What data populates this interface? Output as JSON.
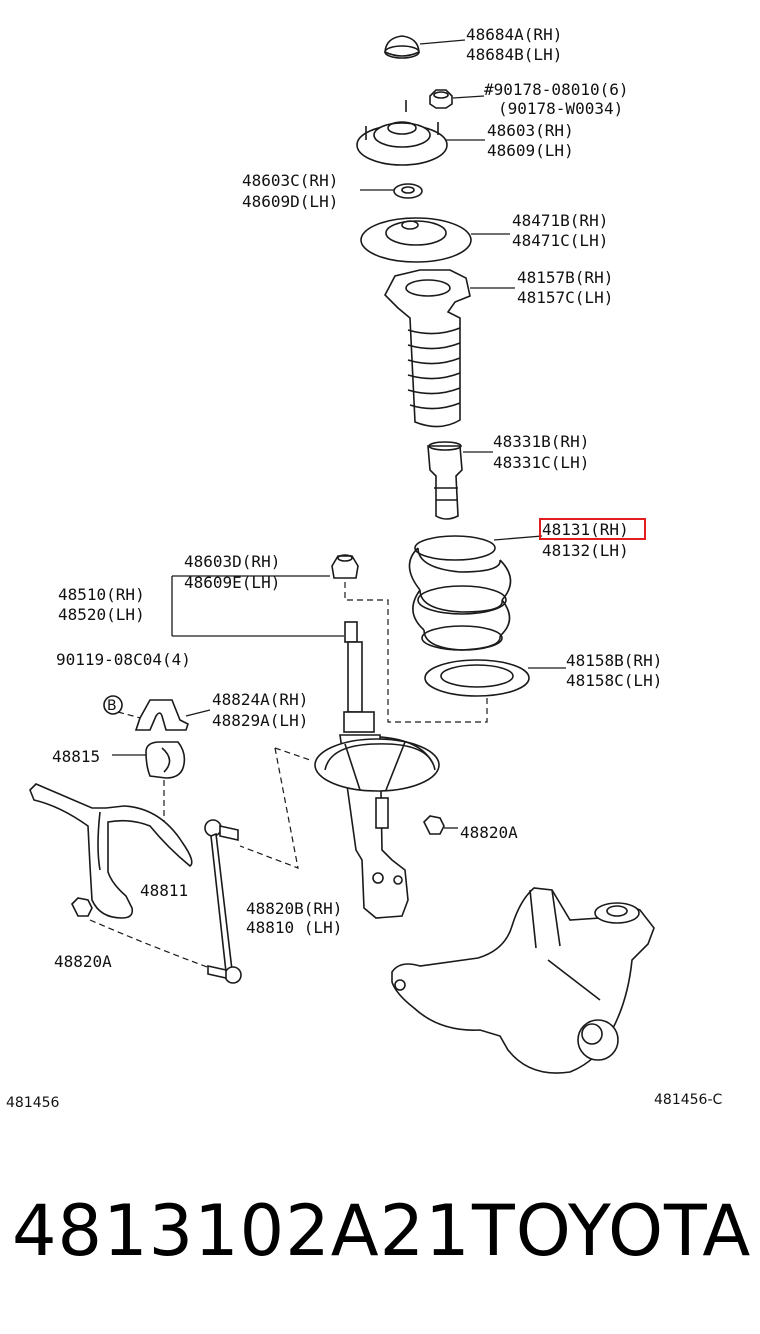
{
  "diagram": {
    "labels": {
      "l48684a": "48684A(RH)",
      "l48684b": "48684B(LH)",
      "l90178a": "#90178-08010(6)",
      "l90178b": "(90178-W0034)",
      "l48603": "48603(RH)",
      "l48609": "48609(LH)",
      "l48603c": "48603C(RH)",
      "l48609d": "48609D(LH)",
      "l48471b": "48471B(RH)",
      "l48471c": "48471C(LH)",
      "l48157b": "48157B(RH)",
      "l48157c": "48157C(LH)",
      "l48331b": "48331B(RH)",
      "l48331c": "48331C(LH)",
      "l48131": "48131(RH)",
      "l48132": "48132(LH)",
      "l48603d": "48603D(RH)",
      "l48609e": "48609E(LH)",
      "l48510": "48510(RH)",
      "l48520": "48520(LH)",
      "l90119": "90119-08C04(4)",
      "l48824a": "48824A(RH)",
      "l48829a": "48829A(LH)",
      "l48815": "48815",
      "l48158b": "48158B(RH)",
      "l48158c": "48158C(LH)",
      "l48820a_right": "48820A",
      "l48811": "48811",
      "l48820b": "48820B(RH)",
      "l48810": "48810  (LH)",
      "l48820a_left": "48820A",
      "bolt_mark": "B"
    },
    "ref_left": "481456",
    "ref_right": "481456-C"
  },
  "footer": {
    "part_number": "4813102A21",
    "brand": "TOYOTA"
  },
  "colors": {
    "line": "#1a1a1a",
    "highlight": "#e11d1d",
    "background": "#ffffff"
  }
}
